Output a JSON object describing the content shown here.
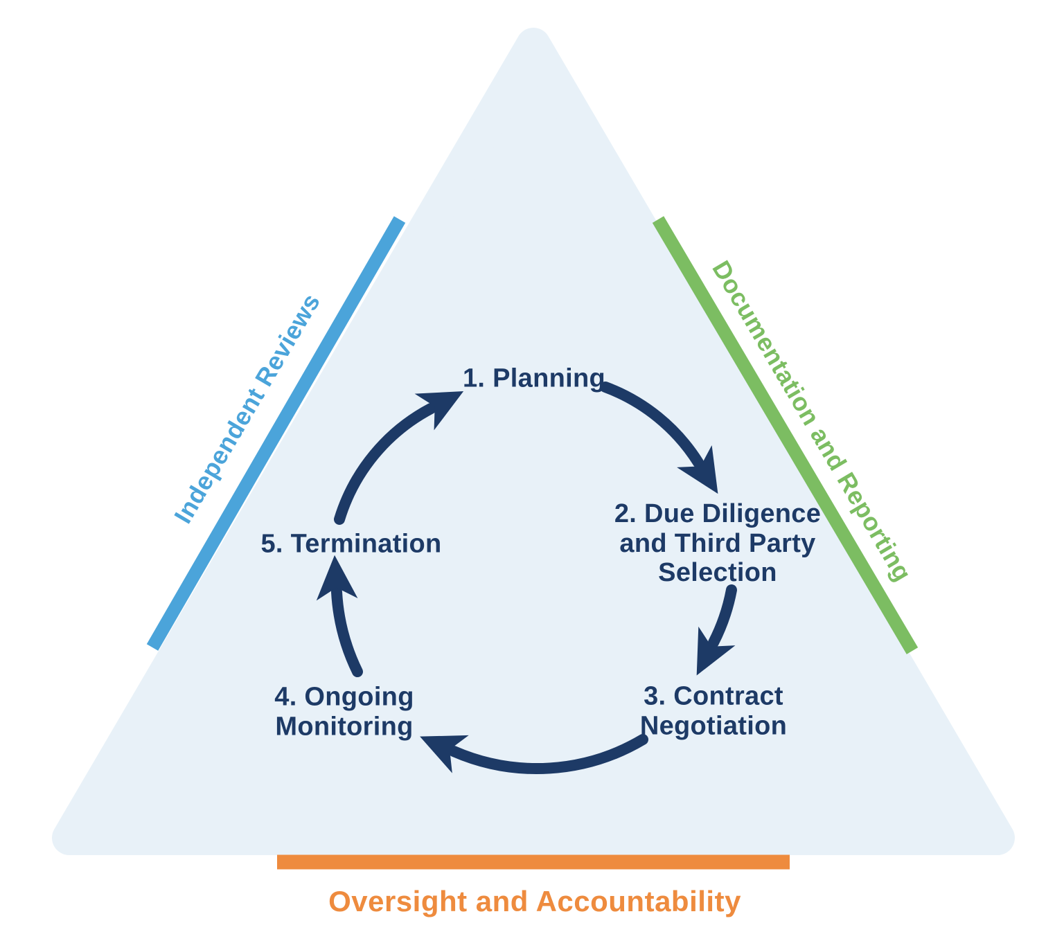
{
  "diagram": {
    "type": "triangle-lifecycle-cycle",
    "colors": {
      "triangle_fill": "#e8f1f8",
      "arrow_navy": "#1d3a66",
      "stage_text_navy": "#1d3a66",
      "independent_reviews_blue": "#4ba4da",
      "documentation_reporting_green": "#7cbd62",
      "oversight_accountability_orange": "#ee8b3e"
    }
  },
  "stages": [
    {
      "label": "1. Planning"
    },
    {
      "label": "2. Due Diligence\nand Third Party\nSelection"
    },
    {
      "label": "3. Contract\nNegotiation"
    },
    {
      "label": "4. Ongoing\nMonitoring"
    },
    {
      "label": "5. Termination"
    }
  ],
  "sides": {
    "left": {
      "label": "Independent Reviews",
      "color": "#4ba4da"
    },
    "right": {
      "label": "Documentation and Reporting",
      "color": "#7cbd62"
    },
    "bottom": {
      "label": "Oversight and Accountability",
      "color": "#ee8b3e"
    }
  }
}
